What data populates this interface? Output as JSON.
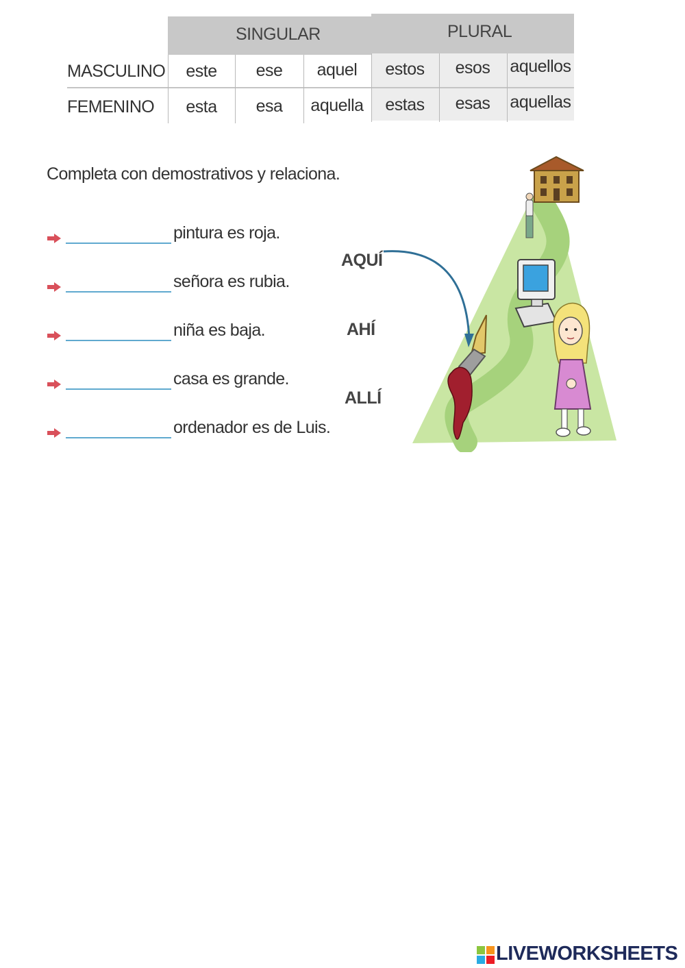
{
  "table": {
    "singular_header": "SINGULAR",
    "plural_header": "PLURAL",
    "rows": [
      {
        "label": "MASCULINO",
        "cells": [
          "este",
          "ese",
          "aquel",
          "estos",
          "esos",
          "aquellos"
        ]
      },
      {
        "label": "FEMENINO",
        "cells": [
          "esta",
          "esa",
          "aquella",
          "estas",
          "esas",
          "aquellas"
        ]
      }
    ]
  },
  "exercise": {
    "instruction": "Completa con demostrativos y relaciona.",
    "items": [
      {
        "text": "pintura es roja."
      },
      {
        "text": "señora es rubia."
      },
      {
        "text": "niña es baja."
      },
      {
        "text": "casa es grande."
      },
      {
        "text": "ordenador es de Luis."
      }
    ]
  },
  "places": [
    "AQUÍ",
    "AHÍ",
    "ALLÍ"
  ],
  "colors": {
    "arrow_red": "#d9505a",
    "blank_line": "#5fa9cf",
    "path_green": "#b4d98c",
    "brand_blue": "#1e2a5a"
  },
  "footer": {
    "logo_letters": "LIVE",
    "brand": "LIVEWORKSHEETS"
  }
}
